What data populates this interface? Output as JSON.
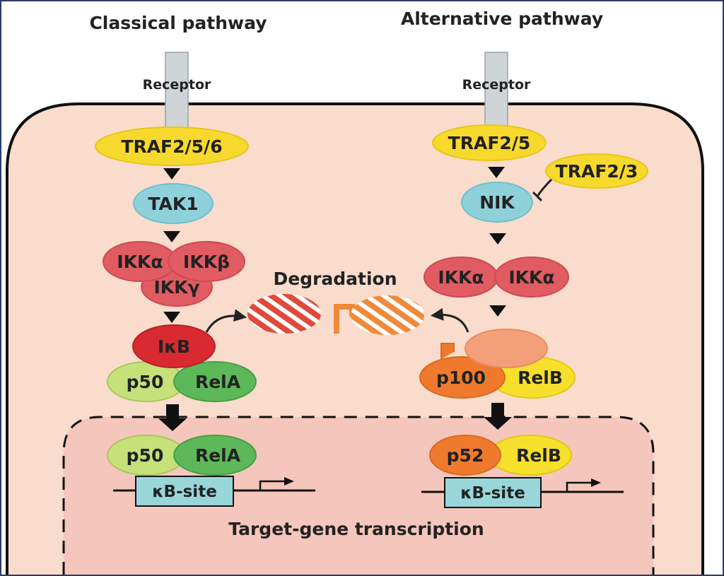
{
  "pathways": {
    "classical": "Classical pathway",
    "alternative": "Alternative pathway"
  },
  "classical": {
    "receptor": "Receptor",
    "traf": "TRAF2/5/6",
    "tak1": "TAK1",
    "ikk_alpha": "IKKα",
    "ikk_beta": "IKKβ",
    "ikk_gamma": "IKKγ",
    "ikb": "IκB",
    "p50": "p50",
    "rela": "RelA",
    "nuc_p50": "p50",
    "nuc_rela": "RelA",
    "kb_site": "κB-site"
  },
  "alternative": {
    "receptor": "Receptor",
    "traf25": "TRAF2/5",
    "traf23": "TRAF2/3",
    "nik": "NIK",
    "ikk_alpha_1": "IKKα",
    "ikk_alpha_2": "IKKα",
    "p100": "p100",
    "relb": "RelB",
    "nuc_p52": "p52",
    "nuc_relb": "RelB",
    "kb_site": "κB-site"
  },
  "degradation": "Degradation",
  "target_gene": "Target-gene transcription",
  "colors": {
    "cell": "#f9dccb",
    "nucleus": "#f5c6bb",
    "traf": "#f7d92e",
    "cyan": "#8fd1db",
    "ikk": "#e05c62",
    "ikb": "#d92a32",
    "p50": "#c6e07a",
    "rela": "#5db85a",
    "p100": "#ef7a2e",
    "relb": "#f6e02c",
    "site": "#99d6d9"
  }
}
